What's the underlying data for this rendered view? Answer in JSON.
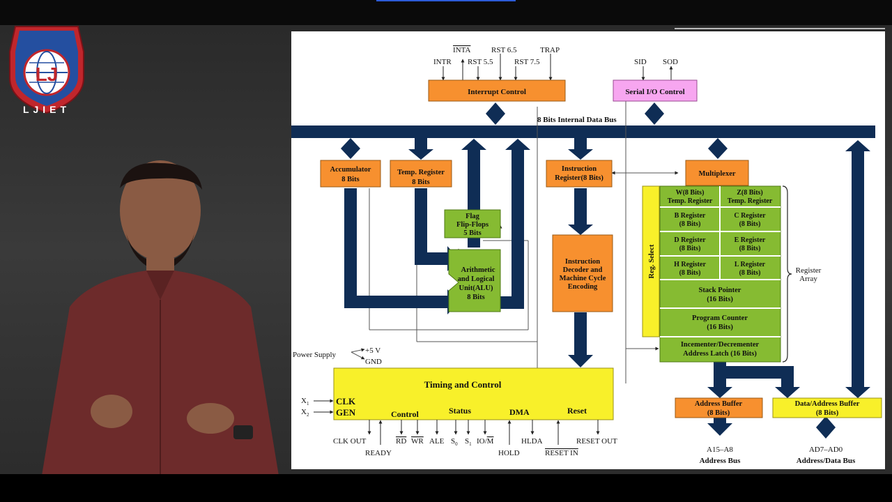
{
  "logo": {
    "text": "LJIET",
    "initials": "LJ"
  },
  "diagram": {
    "interrupt_control": "Interrupt Control",
    "intr": "INTR",
    "inta": "INTA",
    "rst65": "RST 6.5",
    "rst55": "RST 5.5",
    "rst75": "RST 7.5",
    "trap": "TRAP",
    "serial_io": "Serial I/O Control",
    "sid": "SID",
    "sod": "SOD",
    "internal_bus": "8 Bits Internal Data Bus",
    "accumulator": [
      "Accumulator",
      "8 Bits"
    ],
    "temp_register": [
      "Temp. Register",
      "8 Bits"
    ],
    "flag": [
      "Flag",
      "Flip-Flops",
      "5 Bits"
    ],
    "alu": [
      "Arithmetic",
      "and Logical",
      "Unit(ALU)",
      "8 Bits"
    ],
    "instruction_register": [
      "Instruction",
      "Register(8 Bits)"
    ],
    "instruction_decoder": [
      "Instruction",
      "Decoder and",
      "Machine Cycle",
      "Encoding"
    ],
    "multiplexer": "Multiplexer",
    "reg_select": "Reg. Select",
    "w_reg": [
      "W(8 Bits)",
      "Temp. Register"
    ],
    "z_reg": [
      "Z(8 Bits)",
      "Temp. Register"
    ],
    "b_reg": [
      "B Register",
      "(8 Bits)"
    ],
    "c_reg": [
      "C Register",
      "(8 Bits)"
    ],
    "d_reg": [
      "D Register",
      "(8 Bits)"
    ],
    "e_reg": [
      "E Register",
      "(8 Bits)"
    ],
    "h_reg": [
      "H Register",
      "(8 Bits)"
    ],
    "l_reg": [
      "L Register",
      "(8 Bits)"
    ],
    "stack_pointer": [
      "Stack Pointer",
      "(16 Bits)"
    ],
    "program_counter": [
      "Program Counter",
      "(16 Bits)"
    ],
    "incrementer": [
      "Incementer/Decrementer",
      "Address Latch (16 Bits)"
    ],
    "register_array": [
      "Register",
      "Array"
    ],
    "power_supply": "Power Supply",
    "plus5v": "+5 V",
    "gnd": "GND",
    "timing_control": "Timing and Control",
    "x1": "X",
    "x1_sub": "1",
    "x2": "X",
    "x2_sub": "2",
    "clk": "CLK",
    "gen": "GEN",
    "control": "Control",
    "status": "Status",
    "dma": "DMA",
    "reset": "Reset",
    "clk_out": "CLK OUT",
    "ready": "READY",
    "rd": "RD",
    "wr": "WR",
    "ale": "ALE",
    "s0": "S",
    "s0_sub": "0",
    "s1": "S",
    "s1_sub": "1",
    "iom": "IO/",
    "iom_bar": "M",
    "hold": "HOLD",
    "hlda": "HLDA",
    "reset_in": "RESET IN",
    "reset_out": "RESET OUT",
    "address_buffer": [
      "Address Buffer",
      "(8 Bits)"
    ],
    "data_address_buffer": [
      "Data/Address Buffer",
      "(8 Bits)"
    ],
    "a15_a8": "A15–A8",
    "address_bus": "Address Bus",
    "ad7_ad0": "AD7–AD0",
    "address_data_bus": "Address/Data Bus"
  },
  "colors": {
    "bus": "#0f2d55",
    "orange": "#f7902f",
    "yellow": "#f8f02a",
    "green": "#86bb32",
    "pink": "#f7a6f0",
    "logo_red": "#c0262c",
    "logo_blue": "#244fa0"
  }
}
